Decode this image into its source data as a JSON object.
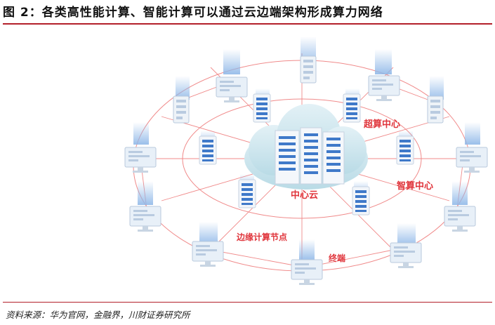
{
  "figure": {
    "title": "图 2：各类高性能计算、智能计算可以通过云边端架构形成算力网络",
    "source": "资料来源：华为官网，金融界，川财证券研究所"
  },
  "labels": {
    "super_center": "超算中心",
    "smart_center": "智算中心",
    "central_cloud": "中心云",
    "edge_node": "边缘计算节点",
    "terminal": "终端"
  },
  "colors": {
    "accent_red": "#e0353c",
    "rule_red": "#b3202a",
    "cloud": "#cfe6ee",
    "server_blue": "#3f79c9",
    "device_blue": "#8fb8e8"
  },
  "icons": {
    "cloud": "cloud-icon",
    "server": "server-rack-icon",
    "monitor": "monitor-icon",
    "phone": "phone-icon",
    "laptop": "laptop-icon"
  }
}
